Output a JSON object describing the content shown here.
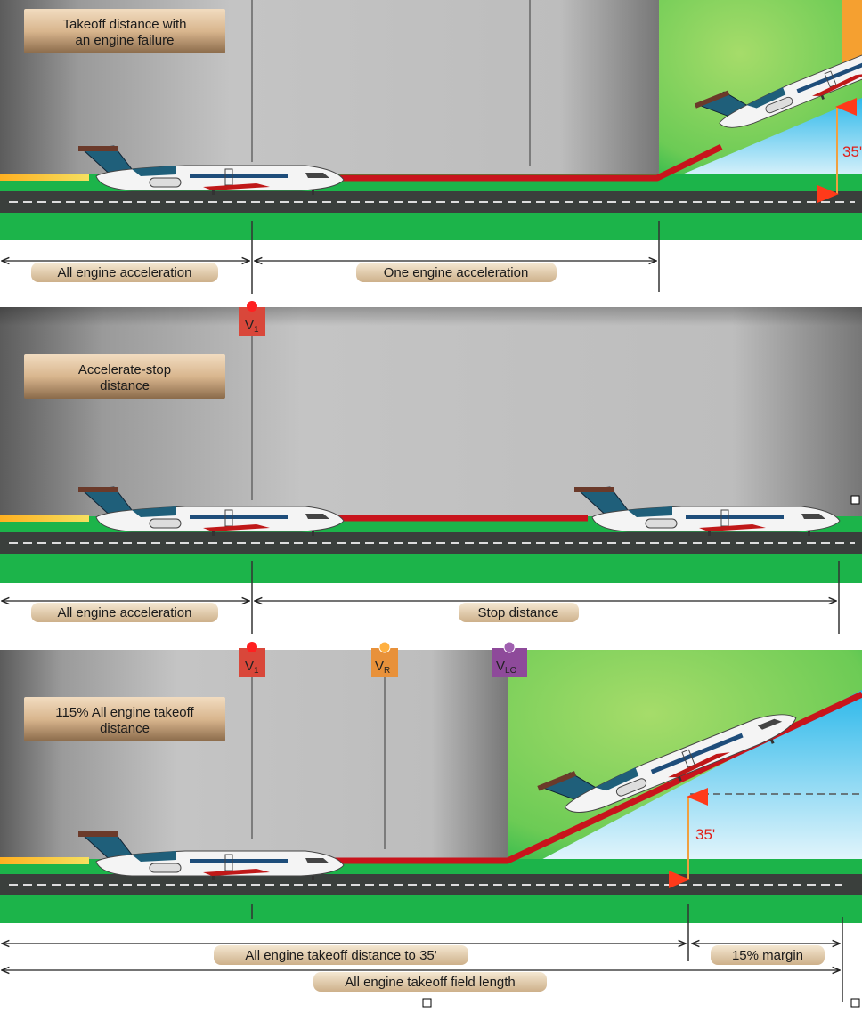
{
  "panels": [
    {
      "title_lines": [
        "Takeoff distance with",
        "an engine failure"
      ],
      "segments": [
        "All engine acceleration",
        "One engine acceleration"
      ],
      "height_label": "35'"
    },
    {
      "title_lines": [
        "Accelerate-stop",
        "distance"
      ],
      "segments": [
        "All engine acceleration",
        "Stop distance"
      ]
    },
    {
      "title_lines": [
        "115% All engine takeoff",
        "distance"
      ],
      "segments": [
        "All engine takeoff distance to 35'",
        "15% margin",
        "All engine takeoff field length"
      ],
      "height_label": "35'"
    }
  ],
  "markers": {
    "v1": {
      "main": "V",
      "sub": "1",
      "color": "#d9473a"
    },
    "vr": {
      "main": "V",
      "sub": "R",
      "color": "#e8913a"
    },
    "vlo": {
      "main": "V",
      "sub": "LO",
      "color": "#8e4a9a"
    }
  },
  "colors": {
    "ground": "#1cb44a",
    "runway": "#3a3f3c",
    "path": "#c8141c",
    "sky": "#bfe6f7",
    "grass_bg": "#7fd35c"
  }
}
